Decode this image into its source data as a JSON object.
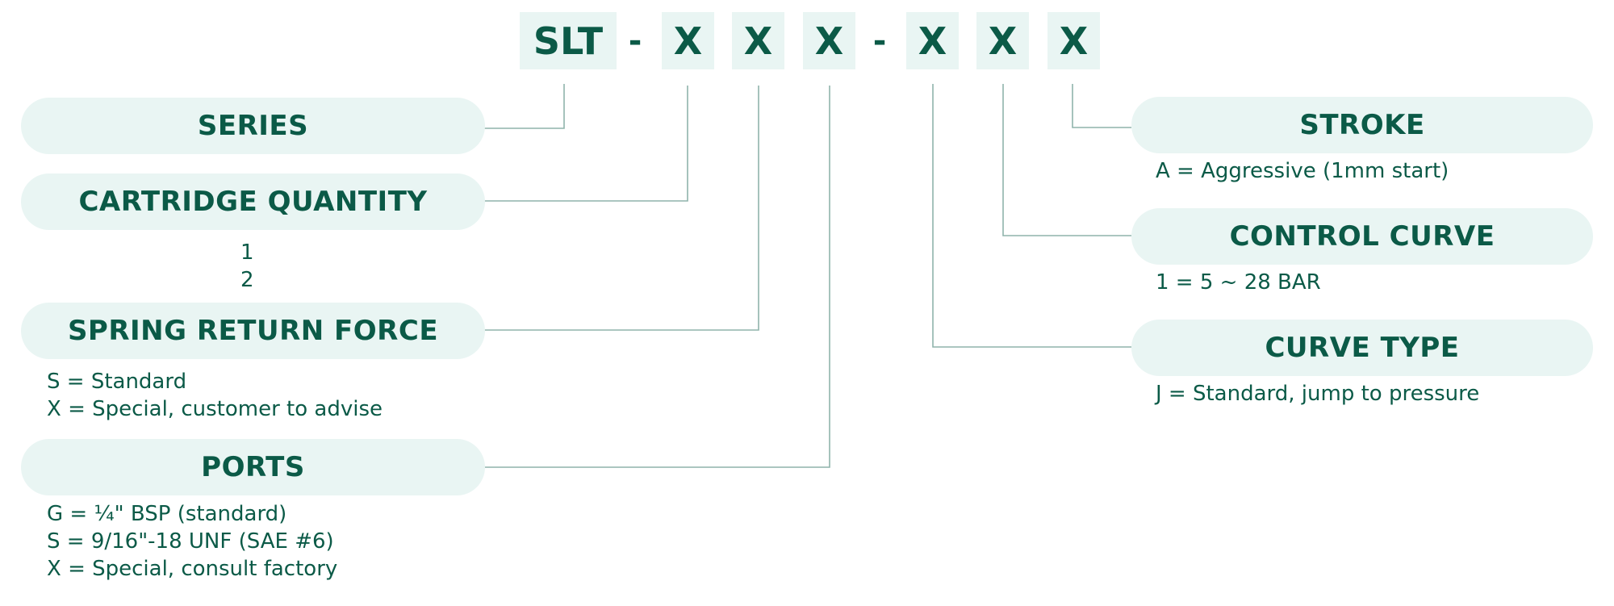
{
  "code": {
    "series": "SLT",
    "dash1": "-",
    "d1": "X",
    "d2": "X",
    "d3": "X",
    "dash2": "-",
    "d4": "X",
    "d5": "X",
    "d6": "X"
  },
  "left": {
    "series": {
      "label": "SERIES"
    },
    "cartridge_quantity": {
      "label": "CARTRIDGE QUANTITY",
      "options": [
        "1",
        "2"
      ]
    },
    "spring_return_force": {
      "label": "SPRING RETURN FORCE",
      "options": [
        "S = Standard",
        "X = Special, customer to advise"
      ]
    },
    "ports": {
      "label": "PORTS",
      "options": [
        "G = ¼\" BSP (standard)",
        "S = 9/16\"-18 UNF (SAE #6)",
        "X = Special, consult factory"
      ]
    }
  },
  "right": {
    "stroke": {
      "label": "STROKE",
      "options": [
        "A = Aggressive (1mm start)"
      ]
    },
    "control_curve": {
      "label": "CONTROL CURVE",
      "options": [
        "1 = 5 ~ 28 BAR"
      ]
    },
    "curve_type": {
      "label": "CURVE TYPE",
      "options": [
        "J = Standard, jump to pressure"
      ]
    }
  }
}
